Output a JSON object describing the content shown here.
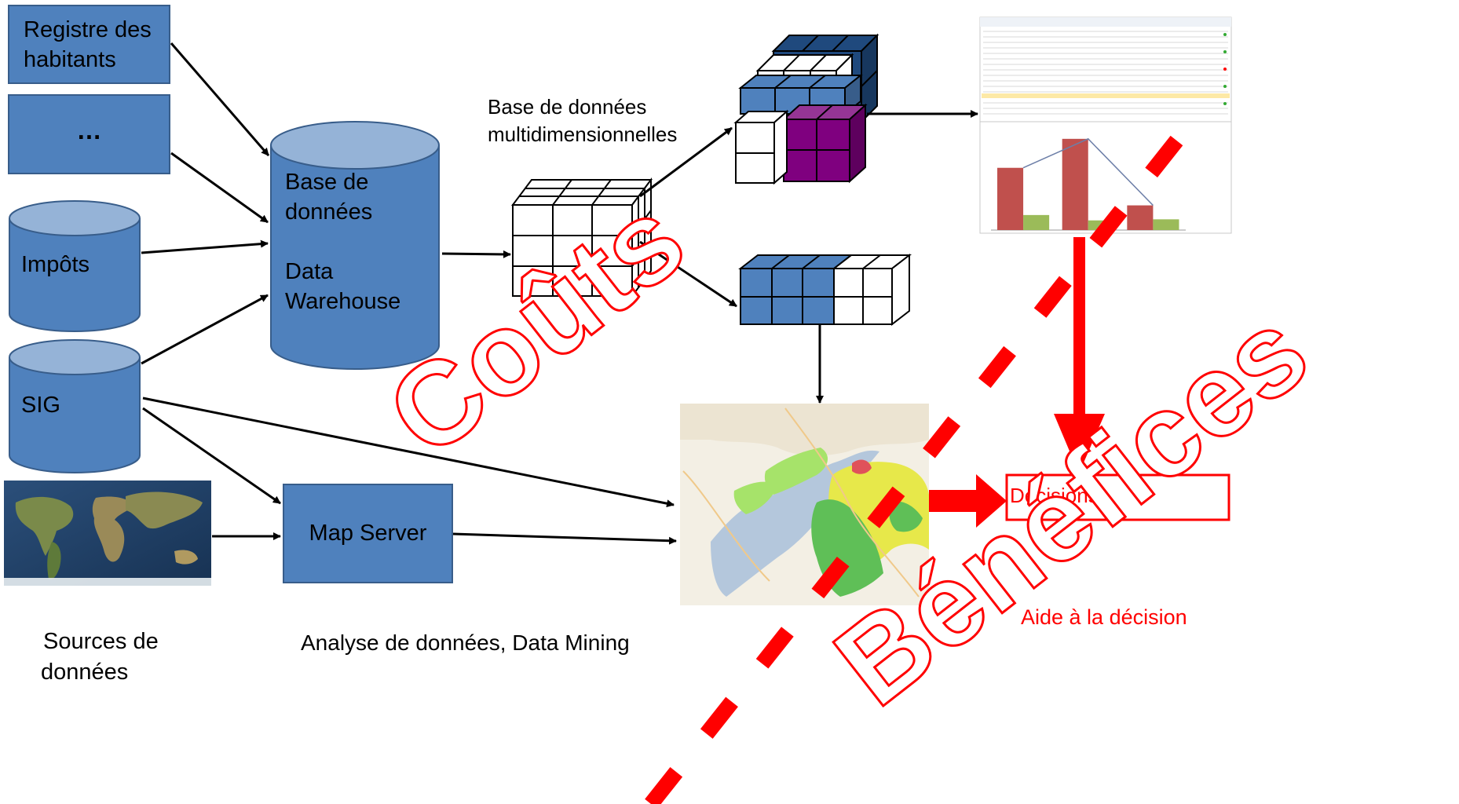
{
  "sources": {
    "registre": "Registre des habitants",
    "ellipsis": "…",
    "impots": "Impôts",
    "sig": "SIG",
    "caption_line1": "Sources de",
    "caption_line2": "données"
  },
  "warehouse": {
    "line1": "Base de",
    "line2": "données",
    "line3": "Data",
    "line4": "Warehouse"
  },
  "map_server": "Map Server",
  "olap": {
    "line1": "Base de données",
    "line2": "multidimensionnelles"
  },
  "analysis": "Analyse de données, Data Mining",
  "decision": {
    "box": "Décisions",
    "aid": "Aide à la décision"
  },
  "watermarks": {
    "costs": "Coûts",
    "benefits": "Bénéfices"
  },
  "colors": {
    "box_fill": "#4f81bd",
    "box_border": "#385d8a",
    "purple": "#7f007f",
    "red": "#ff0000",
    "bar_red": "#c0504d",
    "bar_green": "#9bbb59"
  },
  "mini_chart": {
    "type": "bar",
    "categories": [
      "",
      "",
      ""
    ],
    "series": [
      {
        "values": [
          58,
          85,
          23
        ]
      },
      {
        "values": [
          14,
          9,
          10
        ]
      }
    ]
  }
}
